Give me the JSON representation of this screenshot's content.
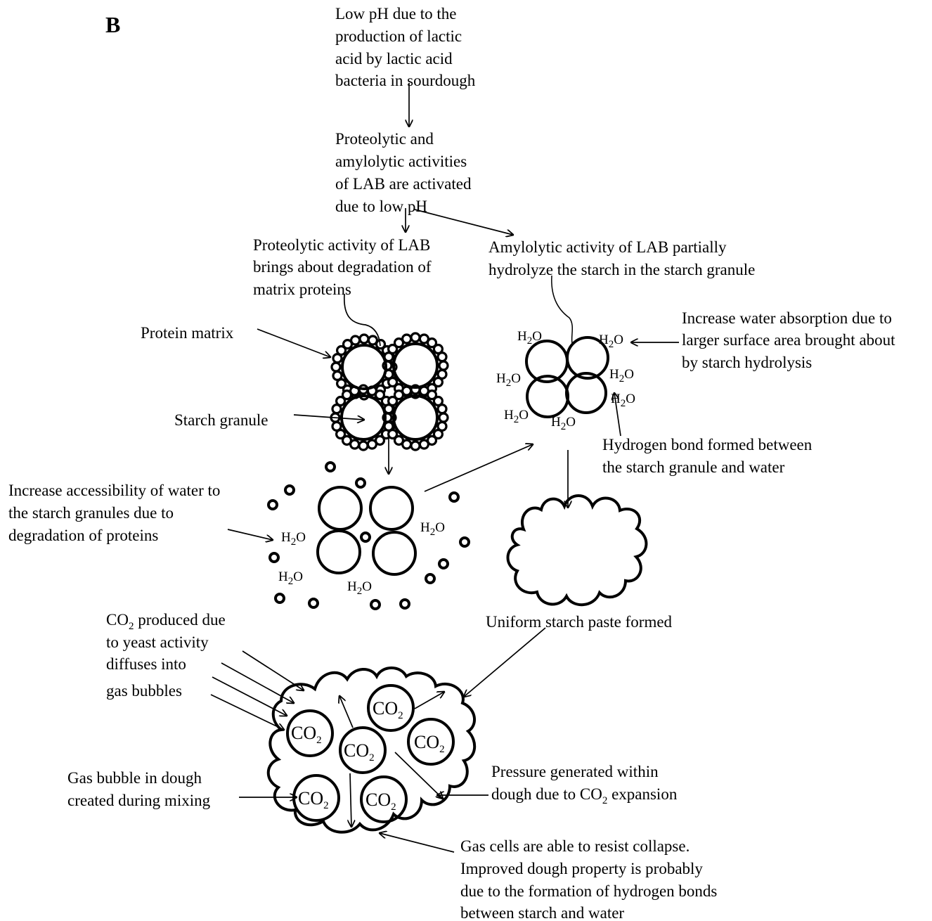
{
  "panel_label": "B",
  "labels": {
    "low_ph": [
      "Low pH due to the",
      "production of lactic",
      "acid by lactic acid",
      "bacteria in sourdough"
    ],
    "activities": [
      "Proteolytic and",
      "amylolytic activities",
      "of LAB are activated",
      "due to low pH"
    ],
    "proteolytic": [
      "Proteolytic activity of LAB",
      "brings about degradation of",
      "matrix proteins"
    ],
    "amylolytic": [
      "Amylolytic activity of LAB partially",
      "hydrolyze the starch in the starch granule"
    ],
    "protein_matrix": "Protein matrix",
    "starch_granule": "Starch granule",
    "water_absorption": [
      "Increase water absorption due to",
      "larger surface area brought about",
      "by starch hydrolysis"
    ],
    "hydrogen_bond": [
      "Hydrogen bond formed between",
      "the starch granule and water"
    ],
    "accessibility": [
      "Increase accessibility of water to",
      "the starch granules due to",
      "degradation of proteins"
    ],
    "uniform_paste": "Uniform starch paste formed",
    "co2_diffuses": {
      "pre": "CO",
      "sub": "2",
      "post": " produced due",
      "lines": [
        "to yeast activity",
        "diffuses into",
        "gas bubbles"
      ]
    },
    "gas_bubble": [
      "Gas bubble in dough",
      "created during mixing"
    ],
    "pressure": {
      "line1": "Pressure generated within",
      "line2_pre": "dough due to CO",
      "sub": "2",
      "line2_post": " expansion"
    },
    "collapse": [
      "Gas cells are able to resist collapse.",
      "Improved dough property is probably",
      "due to the formation of hydrogen bonds",
      "between starch and water"
    ]
  },
  "molecules": {
    "water": {
      "pre": "H",
      "sub": "2",
      "post": "O"
    },
    "carbon_dioxide": {
      "pre": "CO",
      "sub": "2"
    }
  }
}
